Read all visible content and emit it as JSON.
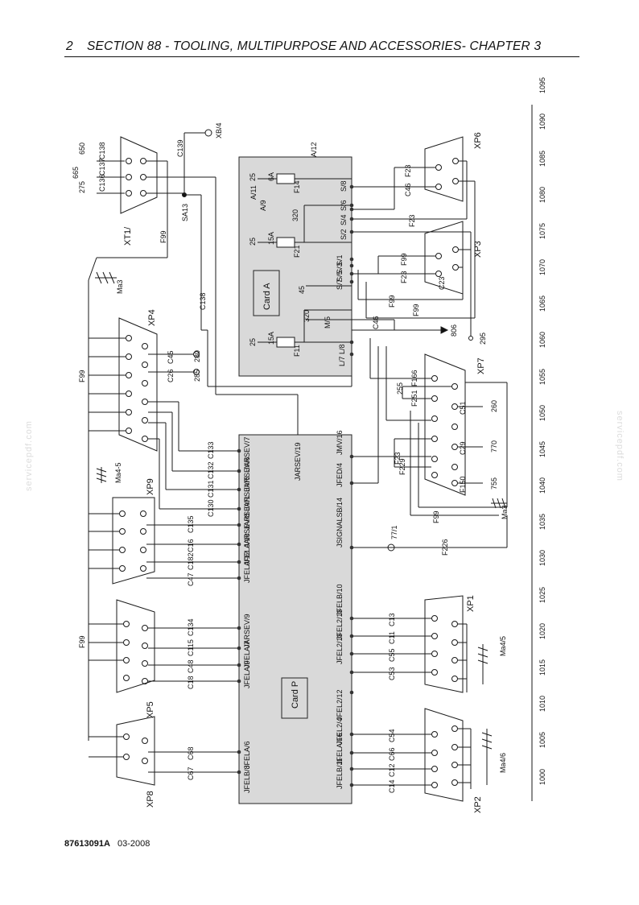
{
  "header": {
    "page_number": "2",
    "title": "SECTION 88 - TOOLING, MULTIPURPOSE AND ACCESSORIES- CHAPTER 3"
  },
  "footer": {
    "code": "87613091A",
    "date": "03-2008"
  },
  "watermark": "servicepdf.com",
  "scale": [
    "1000",
    "1005",
    "1010",
    "1015",
    "1020",
    "1025",
    "1030",
    "1035",
    "1040",
    "1045",
    "1050",
    "1055",
    "1060",
    "1065",
    "1070",
    "1075",
    "1080",
    "1085",
    "1090",
    "1095"
  ],
  "cards": {
    "card_a": "Card A",
    "card_p": "Card P",
    "card_a_pins": [
      "A/11",
      "A/9",
      "S/8",
      "S/6",
      "S/4",
      "S/2",
      "S/1",
      "S/3",
      "S/5",
      "S/7",
      "M/5",
      "L/8",
      "L/7"
    ],
    "card_a_fuses": [
      "F14",
      "6A",
      "F21",
      "15A",
      "F11",
      "15A"
    ],
    "card_a_values": [
      "25",
      "320",
      "25",
      "45",
      "320",
      "25"
    ],
    "card_a_top_pin": "A/12",
    "card_p_top": [
      "JARSEV/19",
      "JMV/16"
    ],
    "card_p_left": [
      "JARSEV/7",
      "JARSEV/6",
      "JARSEV/5",
      "JARSEV/1",
      "JARSEV/8",
      "JFELA/10",
      "JFELA/12",
      "JARSEV/9",
      "JFELA/7",
      "JFELA/9",
      "JFELA/6",
      "JFELB/8"
    ],
    "card_p_right": [
      "JFED/4",
      "JSIGNALSB/14",
      "JFELB/10",
      "JFEL2/13",
      "JFEL2/13",
      "JFEL2/12",
      "JFEL2/4",
      "JFELA/16",
      "JFELB/11"
    ]
  },
  "connectors": {
    "xp6": "XP6",
    "xp3": "XP3",
    "xp7": "XP7",
    "xp4": "XP4",
    "xp9": "XP9",
    "xp5": "XP5",
    "xp8": "XP8",
    "xp1": "XP1",
    "xp2": "XP2",
    "xt1": "XT1/"
  },
  "wires": {
    "xt1": [
      "C138",
      "C137",
      "C136",
      "650",
      "665",
      "275",
      "F99",
      "SA13",
      "C139",
      "XB/4"
    ],
    "ma3": "Ma3",
    "xp4": [
      "F99",
      "C45",
      "C26",
      "280",
      "285",
      "C138"
    ],
    "xp9": [
      "Ma4-5",
      "C133",
      "C132",
      "C131",
      "C130",
      "C135",
      "C16",
      "C182",
      "C47"
    ],
    "xp5": [
      "F99",
      "C134",
      "C115",
      "C48",
      "C18"
    ],
    "xp8": [
      "C68",
      "C67"
    ],
    "xp6": [
      "F23",
      "C46",
      "F23"
    ],
    "xp3": [
      "F99",
      "F23",
      "C23",
      "F99",
      "F99",
      "295"
    ],
    "card_a_out": [
      "C46",
      "806"
    ],
    "xp7": [
      "F166",
      "255",
      "F251",
      "C51",
      "260",
      "C29",
      "770",
      "F150",
      "755",
      "F23",
      "F229",
      "F99",
      "Ma3"
    ],
    "mid": [
      "77/1",
      "F226"
    ],
    "xp1": [
      "C13",
      "C11",
      "C55",
      "C53",
      "Ma4/5"
    ],
    "xp2": [
      "C54",
      "C66",
      "C12",
      "C14",
      "Ma4/6"
    ]
  }
}
